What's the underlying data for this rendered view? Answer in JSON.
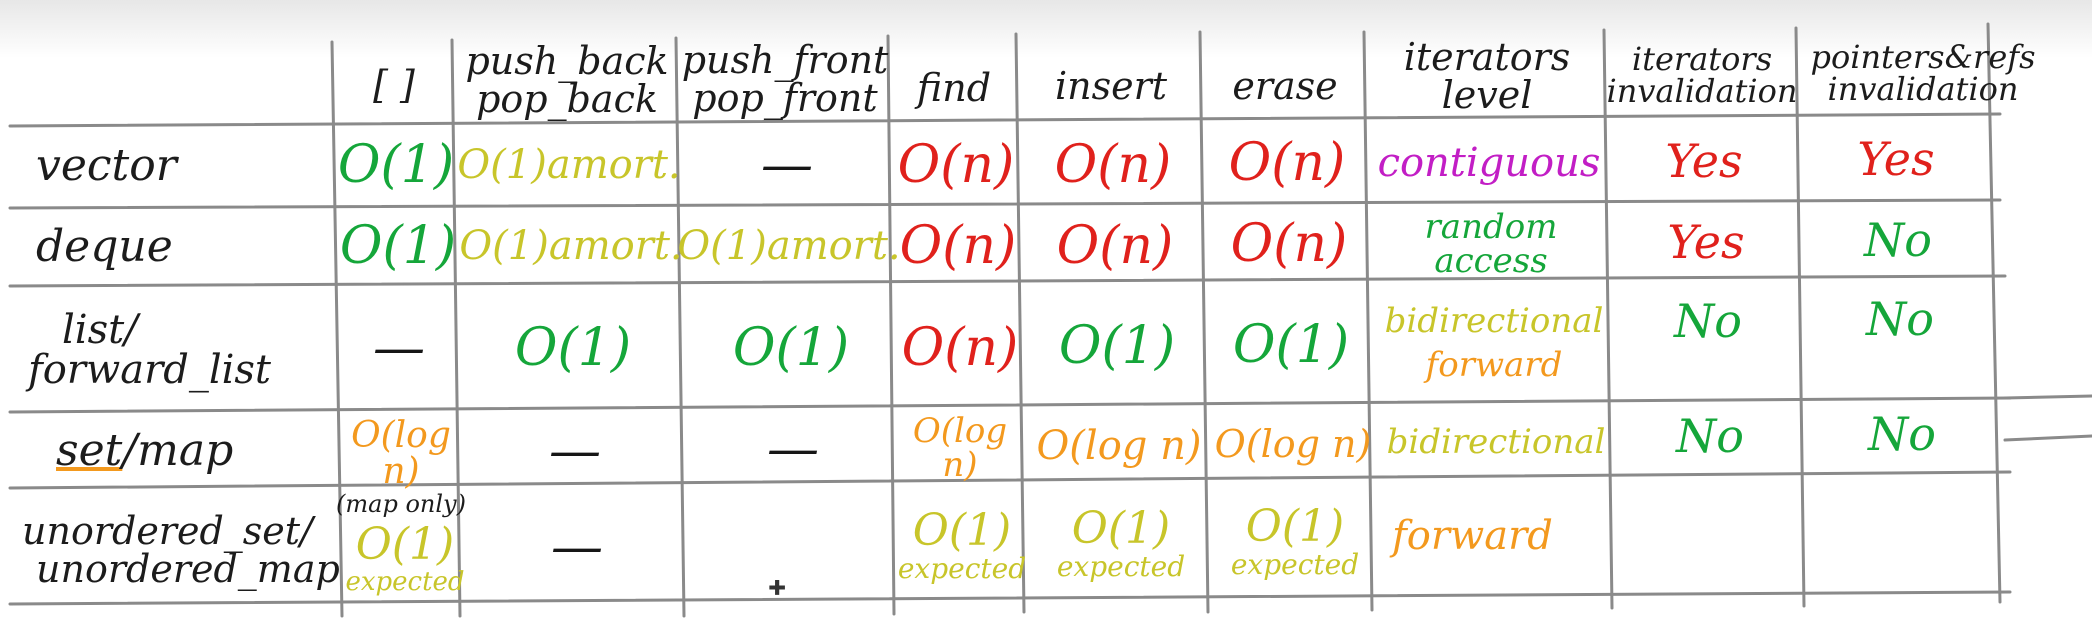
{
  "colors": {
    "red": "#e0211c",
    "green": "#15a63a",
    "yellow": "#c8c52a",
    "orange": "#f3991e",
    "magenta": "#c21ec5",
    "ink": "#1c1c1c"
  },
  "headers": {
    "c1": "[ ]",
    "c2a": "push_back",
    "c2b": "pop_back",
    "c3a": "push_front",
    "c3b": "pop_front",
    "c4": "find",
    "c5": "insert",
    "c6": "erase",
    "c7a": "iterators",
    "c7b": "level",
    "c8a": "iterators",
    "c8b": "invalidation",
    "c9a": "pointers&refs",
    "c9b": "invalidation"
  },
  "rows": {
    "vector": {
      "label": "vector",
      "c1": "O(1)",
      "c2": "O(1)amort.",
      "c3": "—",
      "c4": "O(n)",
      "c5": "O(n)",
      "c6": "O(n)",
      "c7": "contiguous",
      "c8": "Yes",
      "c9": "Yes"
    },
    "deque": {
      "label": "deque",
      "c1": "O(1)",
      "c2": "O(1)amort.",
      "c3": "O(1)amort.",
      "c4": "O(n)",
      "c5": "O(n)",
      "c6": "O(n)",
      "c7": "random access",
      "c8": "Yes",
      "c9": "No"
    },
    "list": {
      "label_a": "list/",
      "label_b": "forward_list",
      "c1": "—",
      "c2": "O(1)",
      "c3": "O(1)",
      "c4": "O(n)",
      "c5": "O(1)",
      "c6": "O(1)",
      "c7a": "bidirectional",
      "c7b": "forward",
      "c8": "No",
      "c9": "No"
    },
    "setmap": {
      "label_a": "set",
      "label_b": "/map",
      "c1": "O(log n)",
      "c1_note": "(map only)",
      "c2": "—",
      "c3": "—",
      "c4": "O(log n)",
      "c5": "O(log n)",
      "c6": "O(log n)",
      "c7": "bidirectional",
      "c8": "No",
      "c9": "No"
    },
    "unordered": {
      "label_a": "unordered_set/",
      "label_b": "unordered_map",
      "c1": "O(1)",
      "c1_note": "expected",
      "c2": "—",
      "c4": "O(1)",
      "c4_note": "expected",
      "c5": "O(1)",
      "c5_note": "expected",
      "c6": "O(1)",
      "c6_note": "expected",
      "c7": "forward"
    }
  }
}
